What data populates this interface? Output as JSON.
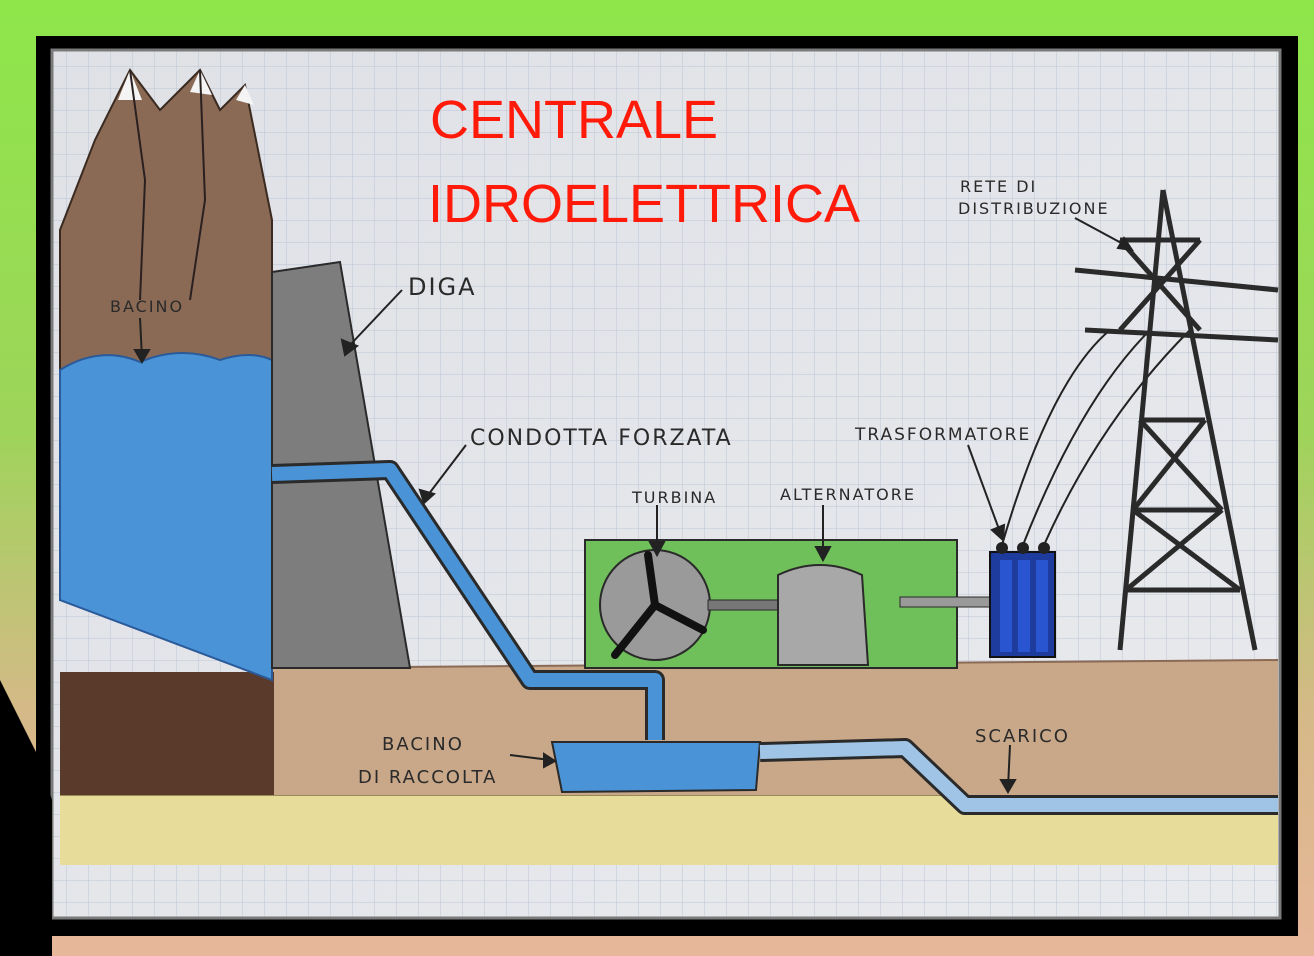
{
  "title": {
    "line1": "CENTRALE",
    "line2": "IDROELETTRICA",
    "color": "#ff1a0a"
  },
  "labels": {
    "bacino": "BACINO",
    "diga": "DIGA",
    "condotta_forzata": "CONDOTTA FORZATA",
    "turbina": "TURBINA",
    "alternatore": "ALTERNATORE",
    "trasformatore": "TRASFORMATORE",
    "rete_line1": "RETE DI",
    "rete_line2": "DISTRIBUZIONE",
    "bacino_raccolta_line1": "BACINO",
    "bacino_raccolta_line2": "DI RACCOLTA",
    "scarico": "SCARICO"
  },
  "colors": {
    "frame_green": "#8ee64a",
    "paper": "#e6e8ec",
    "grid": "#bcc6d6",
    "water": "#4a93d6",
    "mountain": "#8a6a55",
    "dam": "#7d7d7d",
    "earth": "#c9a889",
    "sand": "#e8dc9a",
    "machine_room": "#6fbf5a",
    "transformer": "#1e3c9e"
  }
}
